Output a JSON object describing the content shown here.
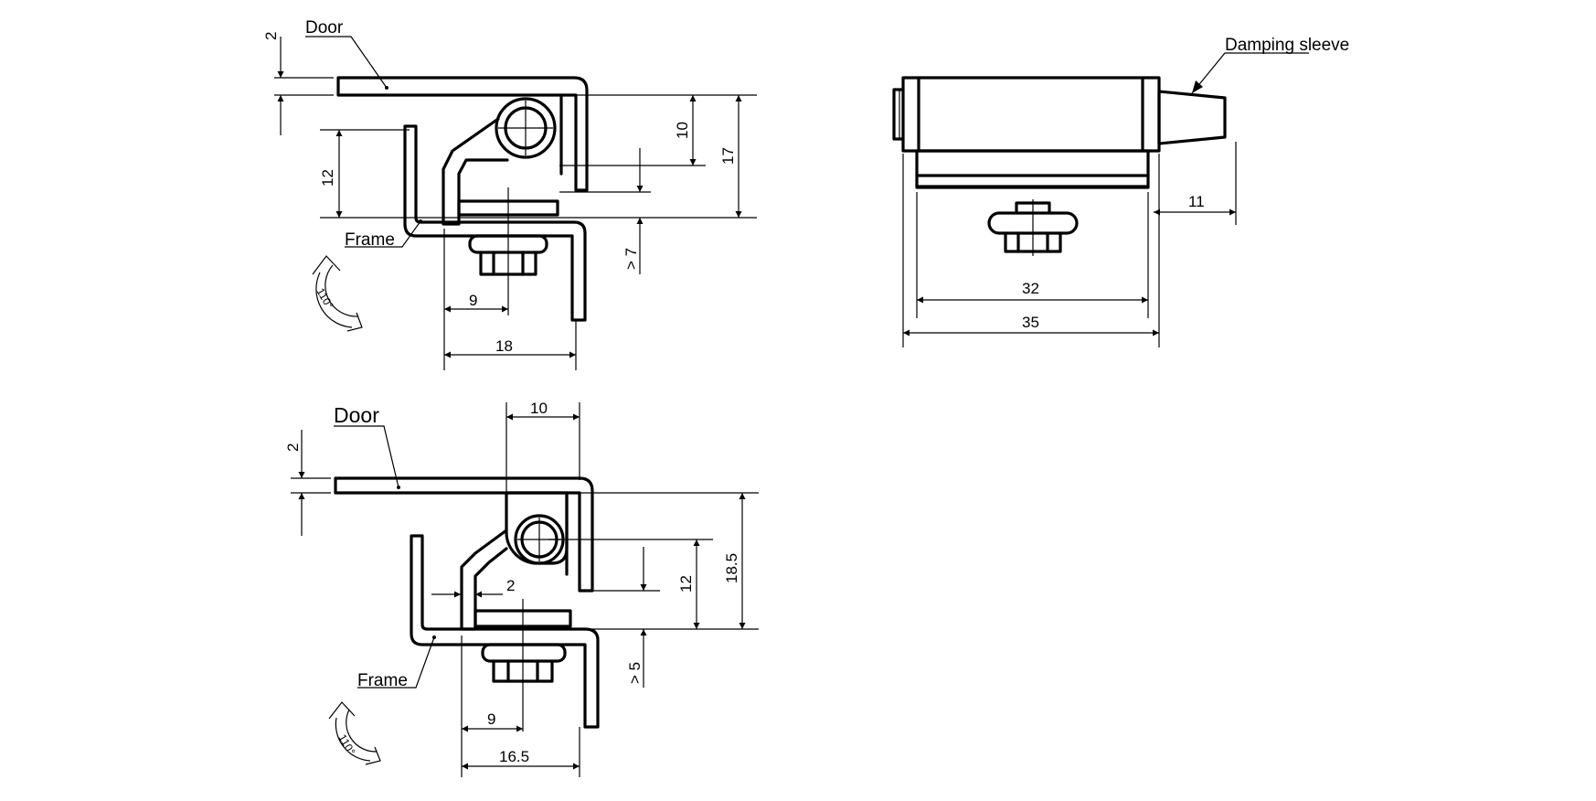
{
  "colors": {
    "line": "#000000",
    "background": "#ffffff"
  },
  "view_top_left": {
    "labels": {
      "door": "Door",
      "frame": "Frame"
    },
    "dims": {
      "door_thickness": "2",
      "eye_height": "10",
      "total_height": "17",
      "frame_offset": "12",
      "clearance": "> 7",
      "pin_offset": "9",
      "width": "18"
    },
    "rotation": "110°"
  },
  "view_side": {
    "labels": {
      "damping_sleeve": "Damping sleeve"
    },
    "dims": {
      "sleeve_length": "11",
      "inner_width": "32",
      "outer_width": "35"
    }
  },
  "view_bottom_left": {
    "labels": {
      "door": "Door",
      "frame": "Frame"
    },
    "dims": {
      "door_thickness": "2",
      "eye_width": "10",
      "gap": "2",
      "eye_height": "12",
      "total_height": "18.5",
      "clearance": "> 5",
      "pin_offset": "9",
      "width": "16.5"
    },
    "rotation": "110°"
  }
}
